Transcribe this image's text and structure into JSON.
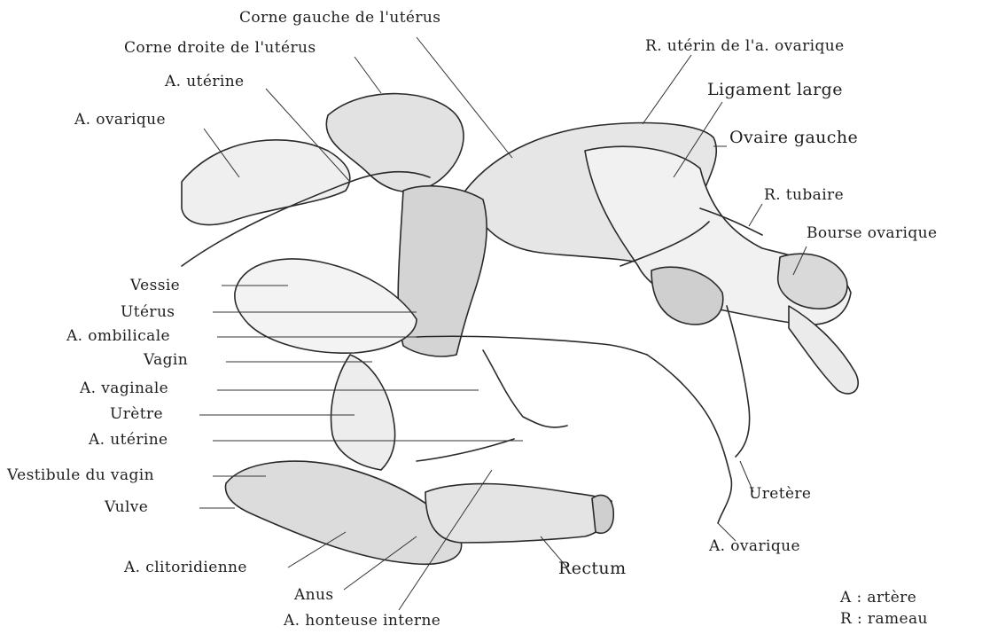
{
  "labels": {
    "corne_gauche": "Corne gauche de l'utérus",
    "corne_droite": "Corne droite de l'utérus",
    "r_uterin": "R. utérin de l'a. ovarique",
    "a_uterine_top": "A. utérine",
    "ligament_large": "Ligament large",
    "a_ovarique_left": "A. ovarique",
    "ovaire_gauche": "Ovaire gauche",
    "r_tubaire": "R. tubaire",
    "bourse_ovarique": "Bourse ovarique",
    "vessie": "Vessie",
    "uterus": "Utérus",
    "a_ombilicale": "A. ombilicale",
    "vagin": "Vagin",
    "a_vaginale": "A. vaginale",
    "uretre": "Urètre",
    "a_uterine_mid": "A. utérine",
    "vestibule": "Vestibule du vagin",
    "vulve": "Vulve",
    "uretere": "Uretère",
    "a_ovarique_right": "A. ovarique",
    "a_clitoridienne": "A. clitoridienne",
    "rectum": "Rectum",
    "anus": "Anus",
    "a_honteuse": "A. honteuse interne"
  },
  "legend": {
    "a_def": "A : artère",
    "r_def": "R : rameau"
  }
}
